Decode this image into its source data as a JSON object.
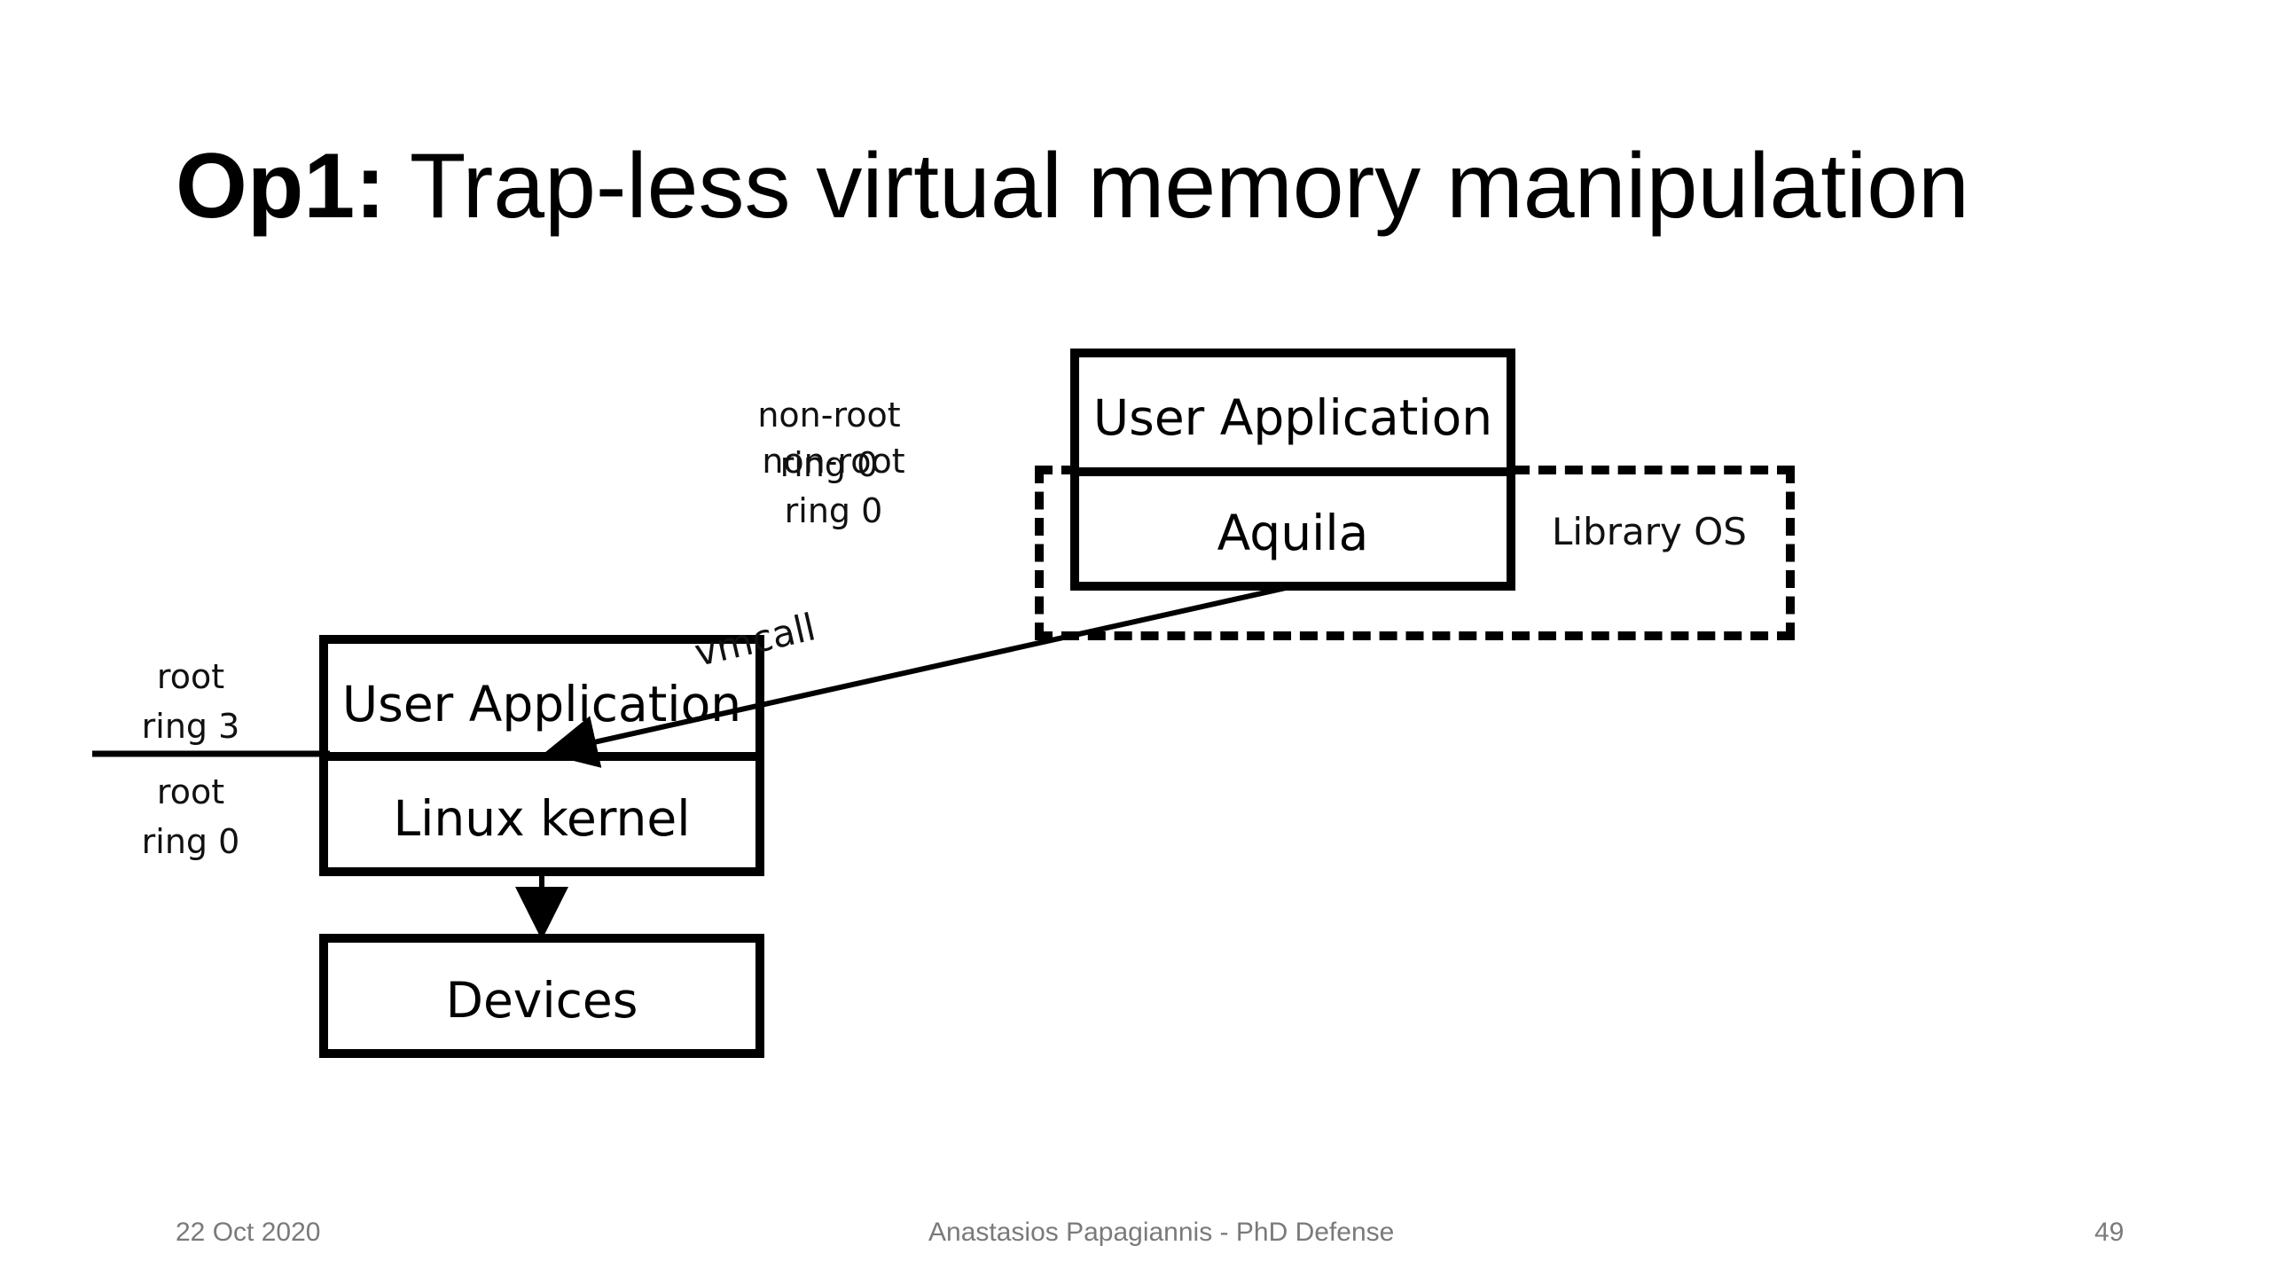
{
  "slide": {
    "title_prefix": "Op1:",
    "title_rest": " Trap-less virtual memory manipulation"
  },
  "diagram": {
    "host": {
      "user_application": "User Application",
      "linux_kernel": "Linux kernel",
      "devices": "Devices",
      "root_ring3": [
        "root",
        "ring 3"
      ],
      "root_ring0": [
        "root",
        "ring 0"
      ]
    },
    "guest": {
      "user_application": "User Application",
      "aquila": "Aquila",
      "library_os": "Library OS",
      "nonroot_label_a": [
        "non-root",
        "ring 0"
      ],
      "nonroot_label_b": [
        "non-root",
        "ring 0"
      ]
    },
    "arrow_label": "vmcall"
  },
  "footer": {
    "date": "22 Oct 2020",
    "author": "Anastasios Papagiannis - PhD Defense",
    "page": "49"
  },
  "colors": {
    "foreground": "#000000",
    "footer_text": "#7a7a7a",
    "background": "#ffffff"
  }
}
